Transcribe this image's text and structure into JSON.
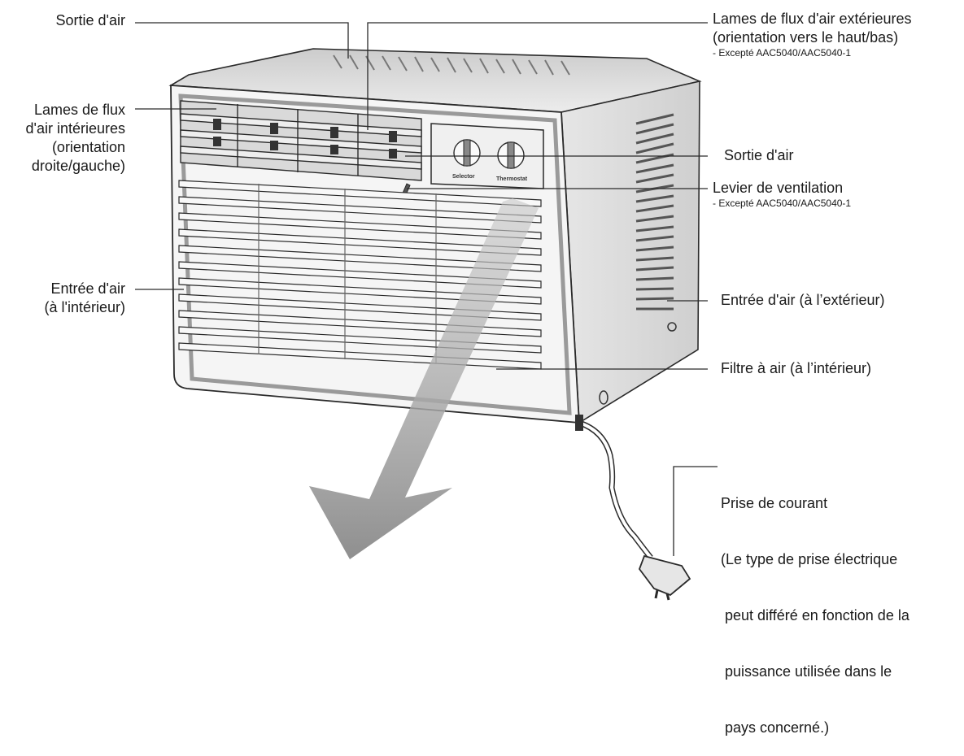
{
  "labels": {
    "air_outlet_top": "Sortie d'air",
    "inner_louvers": [
      "Lames de flux",
      "d'air intérieures",
      "(orientation",
      "droite/gauche)"
    ],
    "air_inlet_inside": [
      "Entrée d'air",
      "(à l'intérieur)"
    ],
    "outer_louvers": [
      "Lames de flux d'air extérieures",
      "(orientation vers le haut/bas)"
    ],
    "outer_louvers_note": "- Excepté AAC5040/AAC5040-1",
    "air_outlet_right": "Sortie d'air",
    "vent_lever": "Levier de ventilation",
    "vent_lever_note": "- Excepté AAC5040/AAC5040-1",
    "air_inlet_outside": "Entrée d'air (à l’extérieur)",
    "air_filter": "Filtre à air (à l’intérieur)",
    "power_plug": [
      "Prise de courant",
      "(Le type de prise électrique",
      " peut différé en fonction de la",
      " puissance utilisée dans le",
      " pays concerné.)"
    ]
  },
  "control_panel": {
    "selector": "Selector",
    "thermostat": "Thermostat"
  },
  "colors": {
    "outline": "#2a2a2a",
    "body_light": "#f4f4f4",
    "side_panel": "#dedede",
    "arrow": "#9a9a9a"
  },
  "icons": [
    "grille-icon",
    "louver-icon",
    "knob-icon",
    "plug-icon",
    "airflow-arrow-icon"
  ]
}
